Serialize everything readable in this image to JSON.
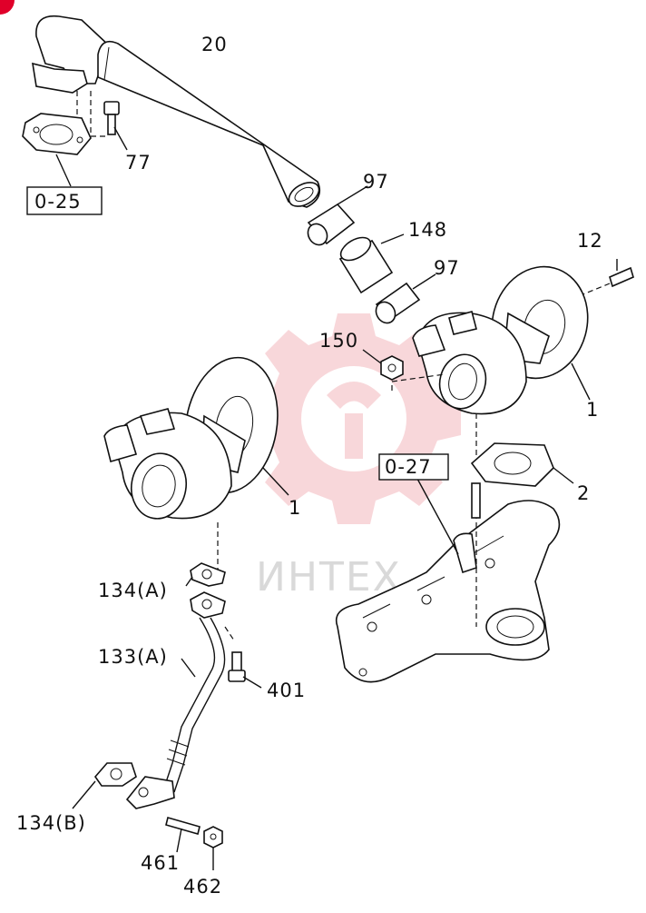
{
  "watermark": {
    "text": "ИНТЕХ",
    "color": "#f4b8bd"
  },
  "labels": {
    "p20": "20",
    "p77": "77",
    "ref025": "0-25",
    "p97a": "97",
    "p148": "148",
    "p97b": "97",
    "p12": "12",
    "p150": "150",
    "p1a": "1",
    "p1b": "1",
    "p2": "2",
    "ref027": "0-27",
    "p134a": "134(A)",
    "p133a": "133(A)",
    "p401": "401",
    "p134b": "134(B)",
    "p461": "461",
    "p462": "462"
  },
  "colors": {
    "line": "#111111",
    "accent": "#e0002a"
  }
}
